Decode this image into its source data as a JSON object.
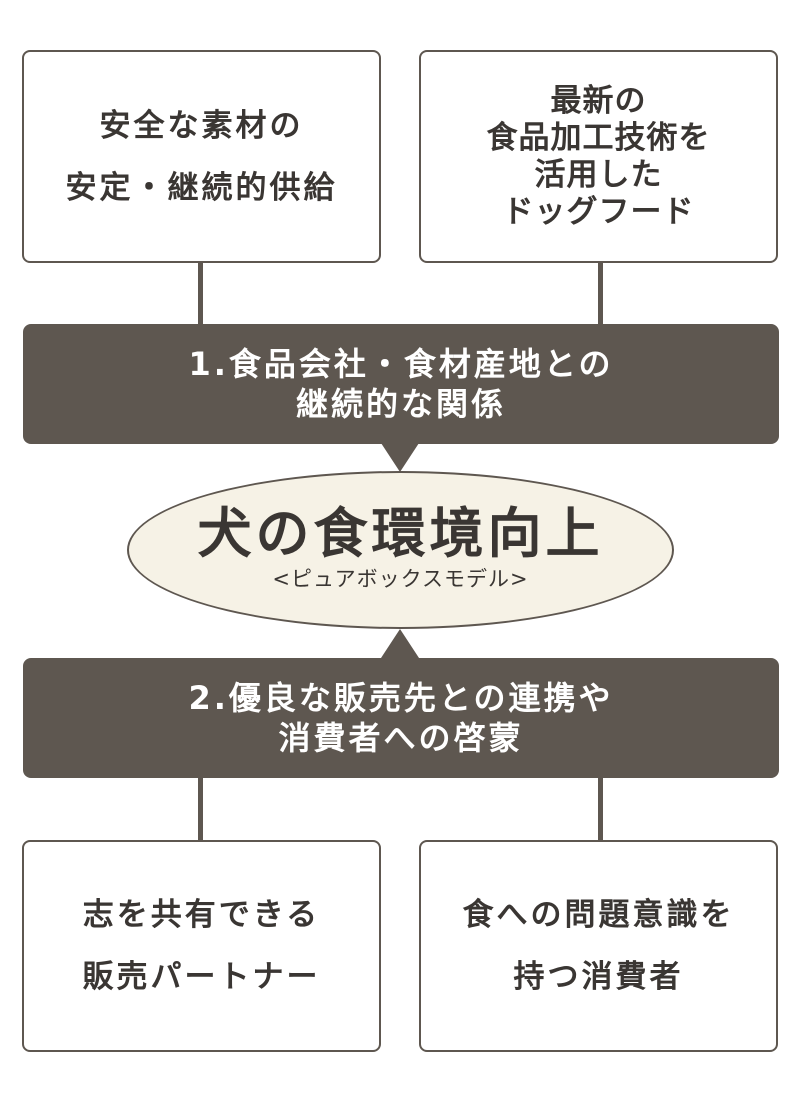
{
  "top_boxes": {
    "left": "安全な素材の\n安定・継続的供給",
    "right": "最新の\n食品加工技術を\n活用した\nドッグフード"
  },
  "band_1": "1.食品会社・食材産地との\n継続的な関係",
  "center": {
    "title": "犬の食環境向上",
    "subtitle": "<ピュアボックスモデル>"
  },
  "band_2": "2.優良な販売先との連携や\n消費者への啓蒙",
  "bottom_boxes": {
    "left": "志を共有できる\n販売パートナー",
    "right": "食への問題意識を\n持つ消費者"
  },
  "colors": {
    "band": "#5e5750",
    "border": "#5e5750",
    "ellipse_fill": "#f6f2e6",
    "text_dark": "#3a3633",
    "text_light": "#ffffff"
  }
}
